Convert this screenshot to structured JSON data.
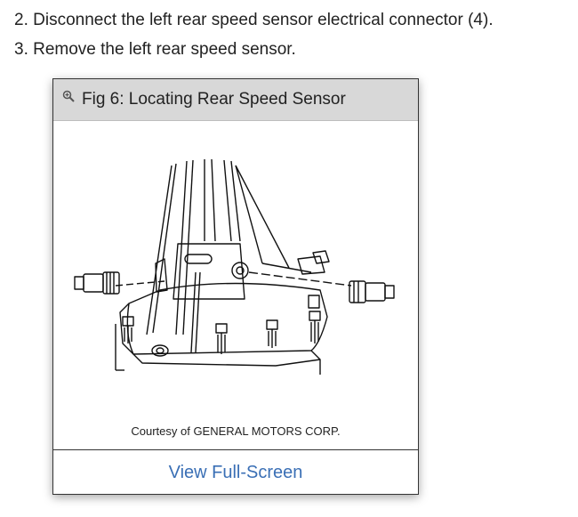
{
  "steps": [
    "2. Disconnect the left rear speed sensor electrical connector (4).",
    "3. Remove the left rear speed sensor."
  ],
  "figure": {
    "title": "Fig 6: Locating Rear Speed Sensor",
    "credit": "Courtesy of GENERAL MOTORS CORP.",
    "link_label": "View Full-Screen",
    "icon": "zoom-in-icon"
  }
}
